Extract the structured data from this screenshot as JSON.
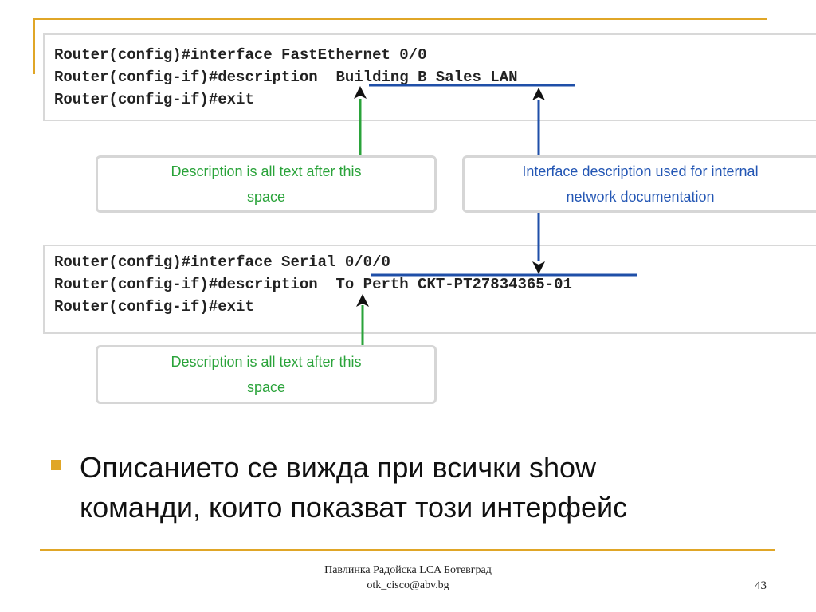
{
  "block1": {
    "lines": [
      "Router(config)#interface FastEthernet 0/0",
      "Router(config-if)#description  Building B Sales LAN",
      "Router(config-if)#exit"
    ]
  },
  "callout_left_top": {
    "line1": "Description is all text after this",
    "line2": "space"
  },
  "callout_right": {
    "line1": "Interface description used for internal",
    "line2": "network documentation"
  },
  "block2": {
    "lines": [
      "Router(config)#interface Serial 0/0/0",
      "Router(config-if)#description  To Perth CKT-PT27834365-01",
      "Router(config-if)#exit"
    ]
  },
  "callout_left_bottom": {
    "line1": "Description is all text after this",
    "line2": "space"
  },
  "bullet": {
    "line1": "Описанието се вижда при всички show",
    "line2": "команди, които показват този интерфейс"
  },
  "footer": {
    "author": "Павлинка Радойска LCA Ботевград",
    "email": "otk_cisco@abv.bg",
    "page": "43"
  },
  "colors": {
    "accent": "#e0a627",
    "green": "#2aa33a",
    "blue": "#1f4fa8"
  }
}
